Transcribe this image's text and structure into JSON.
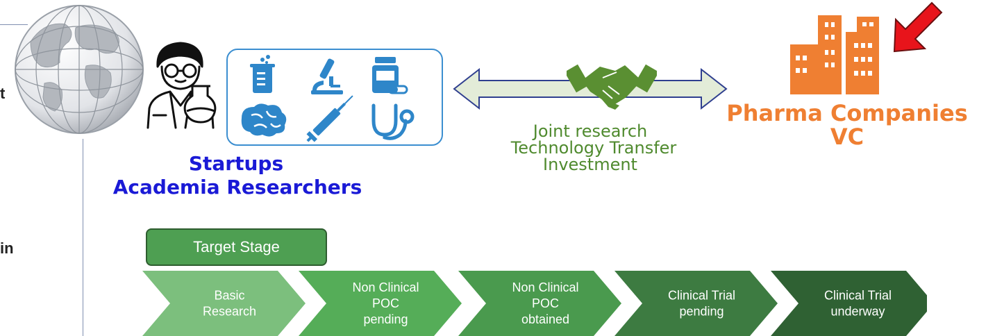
{
  "left_fragments": {
    "top": "t",
    "bottom": "in"
  },
  "startups_label": {
    "line1": "Startups",
    "line2": "Academia Researchers"
  },
  "pharma_label": {
    "line1": "Pharma Companies",
    "line2": "VC"
  },
  "collab_label": {
    "line1": "Joint research",
    "line2": "Technology Transfer",
    "line3": "Investment"
  },
  "target_stage_label": "Target Stage",
  "stages": [
    {
      "lines": [
        "Basic",
        "Research"
      ],
      "color": "#7cbf7d"
    },
    {
      "lines": [
        "Non Clinical",
        "POC",
        "pending"
      ],
      "color": "#55ad58"
    },
    {
      "lines": [
        "Non Clinical",
        "POC",
        "obtained"
      ],
      "color": "#4a9a4e"
    },
    {
      "lines": [
        "Clinical Trial",
        "pending"
      ],
      "color": "#3d7b41"
    },
    {
      "lines": [
        "Clinical Trial",
        "underway"
      ],
      "color": "#2f6133"
    }
  ],
  "colors": {
    "accent_blue": "#1a1ad6",
    "accent_orange": "#ef7f32",
    "accent_green": "#4f8a2e",
    "arrow_red": "#e8141b"
  },
  "icons": [
    "globe-icon",
    "scientist-icon",
    "beaker-icon",
    "microscope-icon",
    "medicine-bottle-icon",
    "brain-icon",
    "syringe-icon",
    "stethoscope-icon",
    "handshake-icon",
    "buildings-icon",
    "red-arrow-icon"
  ]
}
